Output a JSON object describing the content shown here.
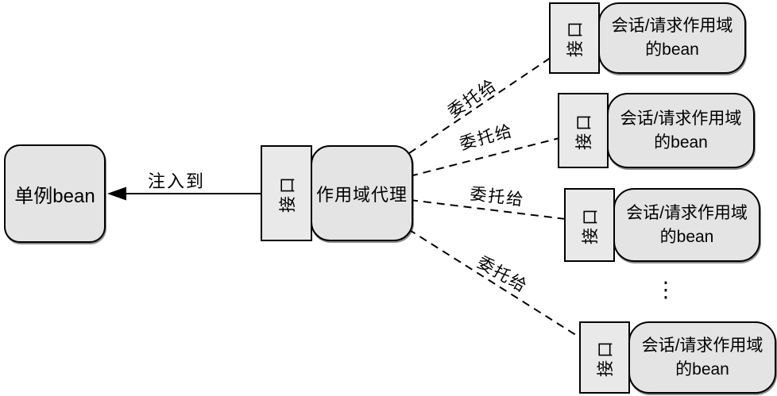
{
  "diagram": {
    "singleton_box": {
      "label": "单例bean"
    },
    "inject_label": "注入到",
    "proxy_box": {
      "interface_label": "接口",
      "label": "作用域代理"
    },
    "delegate_lines": [
      {
        "label": "委托给"
      },
      {
        "label": "委托给"
      },
      {
        "label": "委托给"
      },
      {
        "label": "委托给"
      }
    ],
    "scoped_bean_boxes": [
      {
        "interface_label": "接口",
        "label": "会话/请求作用域的bean"
      },
      {
        "interface_label": "接口",
        "label": "会话/请求作用域的bean"
      },
      {
        "interface_label": "接口",
        "label": "会话/请求作用域的bean"
      },
      {
        "interface_label": "接口",
        "label": "会话/请求作用域的bean"
      }
    ],
    "ellipsis": "⋮",
    "colors": {
      "background": "#ffffff",
      "box_fill": "#e4e4e4",
      "interface_fill": "#e9e9e9",
      "line": "#000000"
    }
  }
}
